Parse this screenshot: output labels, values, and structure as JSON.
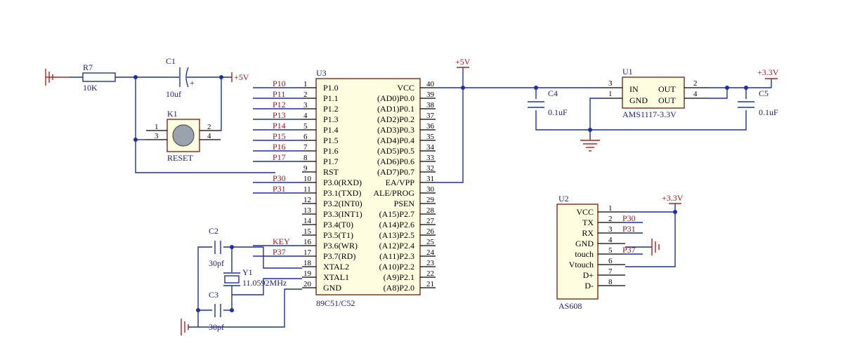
{
  "U3": {
    "ref": "U3",
    "part": "89C51/C52",
    "left_pins": [
      {
        "num": "1",
        "name": "P1.0",
        "net": "P10"
      },
      {
        "num": "2",
        "name": "P1.1",
        "net": "P11"
      },
      {
        "num": "3",
        "name": "P1.2",
        "net": "P12"
      },
      {
        "num": "4",
        "name": "P1.3",
        "net": "P13"
      },
      {
        "num": "5",
        "name": "P1.4",
        "net": "P14"
      },
      {
        "num": "6",
        "name": "P1.5",
        "net": "P15"
      },
      {
        "num": "7",
        "name": "P1.6",
        "net": "P16"
      },
      {
        "num": "8",
        "name": "P1.7",
        "net": "P17"
      },
      {
        "num": "9",
        "name": "RST",
        "net": ""
      },
      {
        "num": "10",
        "name": "P3.0(RXD)",
        "net": "P30"
      },
      {
        "num": "11",
        "name": "P3.1(TXD)",
        "net": "P31"
      },
      {
        "num": "12",
        "name": "P3.2(INT0)",
        "net": ""
      },
      {
        "num": "13",
        "name": "P3.3(INT1)",
        "net": ""
      },
      {
        "num": "14",
        "name": "P3.4(T0)",
        "net": ""
      },
      {
        "num": "15",
        "name": "P3.5(T1)",
        "net": ""
      },
      {
        "num": "16",
        "name": "P3.6(WR)",
        "net": "KEY"
      },
      {
        "num": "17",
        "name": "P3.7(RD)",
        "net": "P37"
      },
      {
        "num": "18",
        "name": "XTAL2",
        "net": ""
      },
      {
        "num": "19",
        "name": "XTAL1",
        "net": ""
      },
      {
        "num": "20",
        "name": "GND",
        "net": ""
      }
    ],
    "right_pins": [
      {
        "num": "40",
        "name": "VCC"
      },
      {
        "num": "39",
        "name": "(AD0)P0.0"
      },
      {
        "num": "38",
        "name": "(AD1)P0.1"
      },
      {
        "num": "37",
        "name": "(AD2)P0.2"
      },
      {
        "num": "36",
        "name": "(AD3)P0.3"
      },
      {
        "num": "35",
        "name": "(AD4)P0.4"
      },
      {
        "num": "34",
        "name": "(AD5)P0.5"
      },
      {
        "num": "33",
        "name": "(AD6)P0.6"
      },
      {
        "num": "32",
        "name": "(AD7)P0.7"
      },
      {
        "num": "31",
        "name": "EA/VPP"
      },
      {
        "num": "30",
        "name": "ALE/PROG"
      },
      {
        "num": "29",
        "name": "PSEN"
      },
      {
        "num": "28",
        "name": "(A15)P2.7"
      },
      {
        "num": "27",
        "name": "(A14)P2.6"
      },
      {
        "num": "26",
        "name": "(A13)P2.5"
      },
      {
        "num": "25",
        "name": "(A12)P2.4"
      },
      {
        "num": "24",
        "name": "(A11)P2.3"
      },
      {
        "num": "23",
        "name": "(A10)P2.2"
      },
      {
        "num": "22",
        "name": "(A9)P2.1"
      },
      {
        "num": "21",
        "name": "(A8)P2.0"
      }
    ]
  },
  "R7": {
    "ref": "R7",
    "value": "10K"
  },
  "C1": {
    "ref": "C1",
    "value": "10uf",
    "plus": "+"
  },
  "K1": {
    "ref": "K1",
    "value": "RESET",
    "pins": [
      "1",
      "3",
      "2",
      "4"
    ]
  },
  "C2": {
    "ref": "C2",
    "value": "30pf"
  },
  "C3": {
    "ref": "C3",
    "value": "30pf"
  },
  "Y1": {
    "ref": "Y1",
    "value": "11.0592MHz"
  },
  "U1": {
    "ref": "U1",
    "part": "AMS1117-3.3V",
    "in": "IN",
    "gnd": "GND",
    "out1": "OUT",
    "out2": "OUT",
    "pin_in": "3",
    "pin_gnd": "1",
    "pin_out1": "2",
    "pin_out2": "4"
  },
  "C4": {
    "ref": "C4",
    "value": "0.1uF"
  },
  "C5": {
    "ref": "C5",
    "value": "0.1uF"
  },
  "U2": {
    "ref": "U2",
    "part": "AS608",
    "pins": [
      {
        "num": "1",
        "name": "VCC",
        "net": ""
      },
      {
        "num": "2",
        "name": "TX",
        "net": "P30"
      },
      {
        "num": "3",
        "name": "RX",
        "net": "P31"
      },
      {
        "num": "4",
        "name": "GND",
        "net": ""
      },
      {
        "num": "5",
        "name": "touch",
        "net": "P37"
      },
      {
        "num": "6",
        "name": "Vtouch",
        "net": ""
      },
      {
        "num": "7",
        "name": "D+",
        "net": ""
      },
      {
        "num": "8",
        "name": "D-",
        "net": ""
      }
    ]
  },
  "power": {
    "v5": "+5V",
    "v33": "+3.3V"
  },
  "colors": {
    "wire": "#1c2fa6",
    "body_fill": "#fffde0",
    "body_stroke": "#7a2a1a",
    "net_label": "#a01818",
    "ground": "#b02020"
  }
}
